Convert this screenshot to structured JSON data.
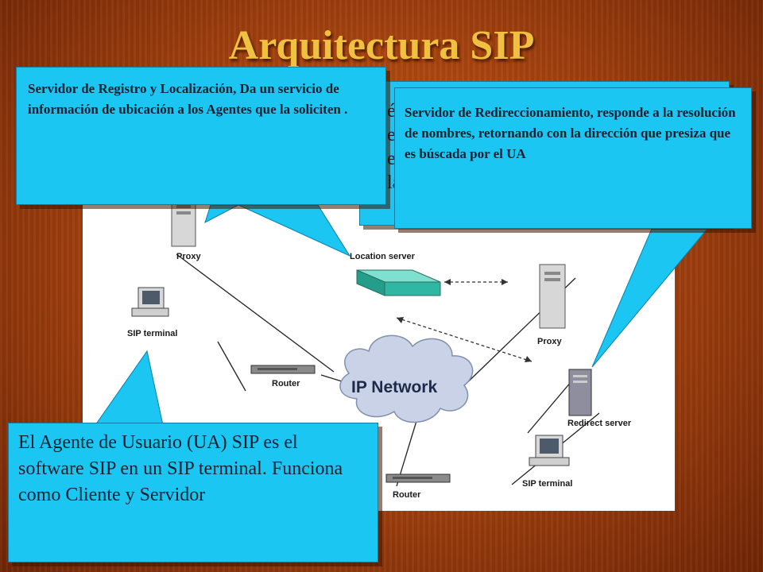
{
  "title": "Arquitectura SIP",
  "colors": {
    "callout": "#1cc6f2",
    "title": "#f0c040",
    "server_green": "#2fb7a4",
    "cloud": "#c9d2e6"
  },
  "callouts": {
    "registro": "Servidor de Registro y Localización, Da un servicio de información de ubicación a los Agentes que la soliciten .",
    "redireccion": "Servidor de Redireccionamiento, responde  a la resolución de nombres, retornando  con la dirección  que presiza que es búscada por el UA",
    "agente": "El Agente de Usuario (UA) SIP es el software SIP en  un SIP terminal. Funciona como Cliente y Servidor",
    "hidden_peek": [
      "é",
      "e",
      "e",
      "la"
    ]
  },
  "diagram": {
    "labels": {
      "proxy_left": "Proxy",
      "location_server": "Location server",
      "sip_terminal_left": "SIP terminal",
      "router_left": "Router",
      "ip_network": "IP Network",
      "proxy_right": "Proxy",
      "redirect_server": "Redirect server",
      "sip_terminal_right": "SIP terminal",
      "router_right": "Router"
    }
  }
}
